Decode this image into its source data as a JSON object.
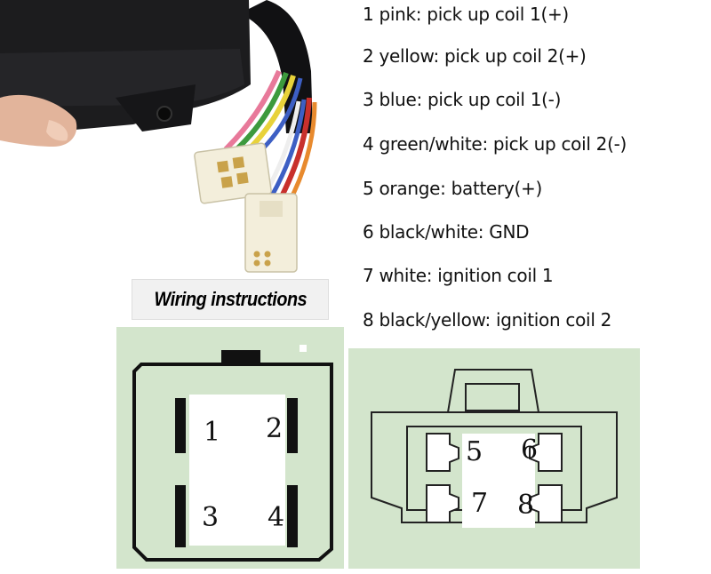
{
  "legend": [
    {
      "pin": "1",
      "text": "pink: pick up coil 1(+)"
    },
    {
      "pin": "2",
      "text": "yellow: pick up coil 2(+)"
    },
    {
      "pin": "3",
      "text": "blue: pick up coil 1(-)"
    },
    {
      "pin": "4",
      "text": "green/white: pick up coil 2(-)"
    },
    {
      "pin": "5",
      "text": "orange: battery(+)"
    },
    {
      "pin": "6",
      "text": "black/white: GND"
    },
    {
      "pin": "7",
      "text": "white: ignition coil 1"
    },
    {
      "pin": "8",
      "text": "black/yellow: ignition coil 2"
    }
  ],
  "title": "Wiring instructions",
  "left_connector": {
    "pins": [
      "1",
      "2",
      "3",
      "4"
    ]
  },
  "right_connector": {
    "pins": [
      "5",
      "6",
      "7",
      "8"
    ]
  },
  "colors": {
    "panel_bg": "#d3e5cc",
    "wire_pink": "#e8799a",
    "wire_yellow": "#e8d23a",
    "wire_blue": "#3d5fc4",
    "wire_green": "#3d9a3d",
    "wire_orange": "#e88a2e",
    "wire_red": "#c8302c",
    "wire_white": "#eeeeee",
    "housing": "#1c1c1e"
  }
}
